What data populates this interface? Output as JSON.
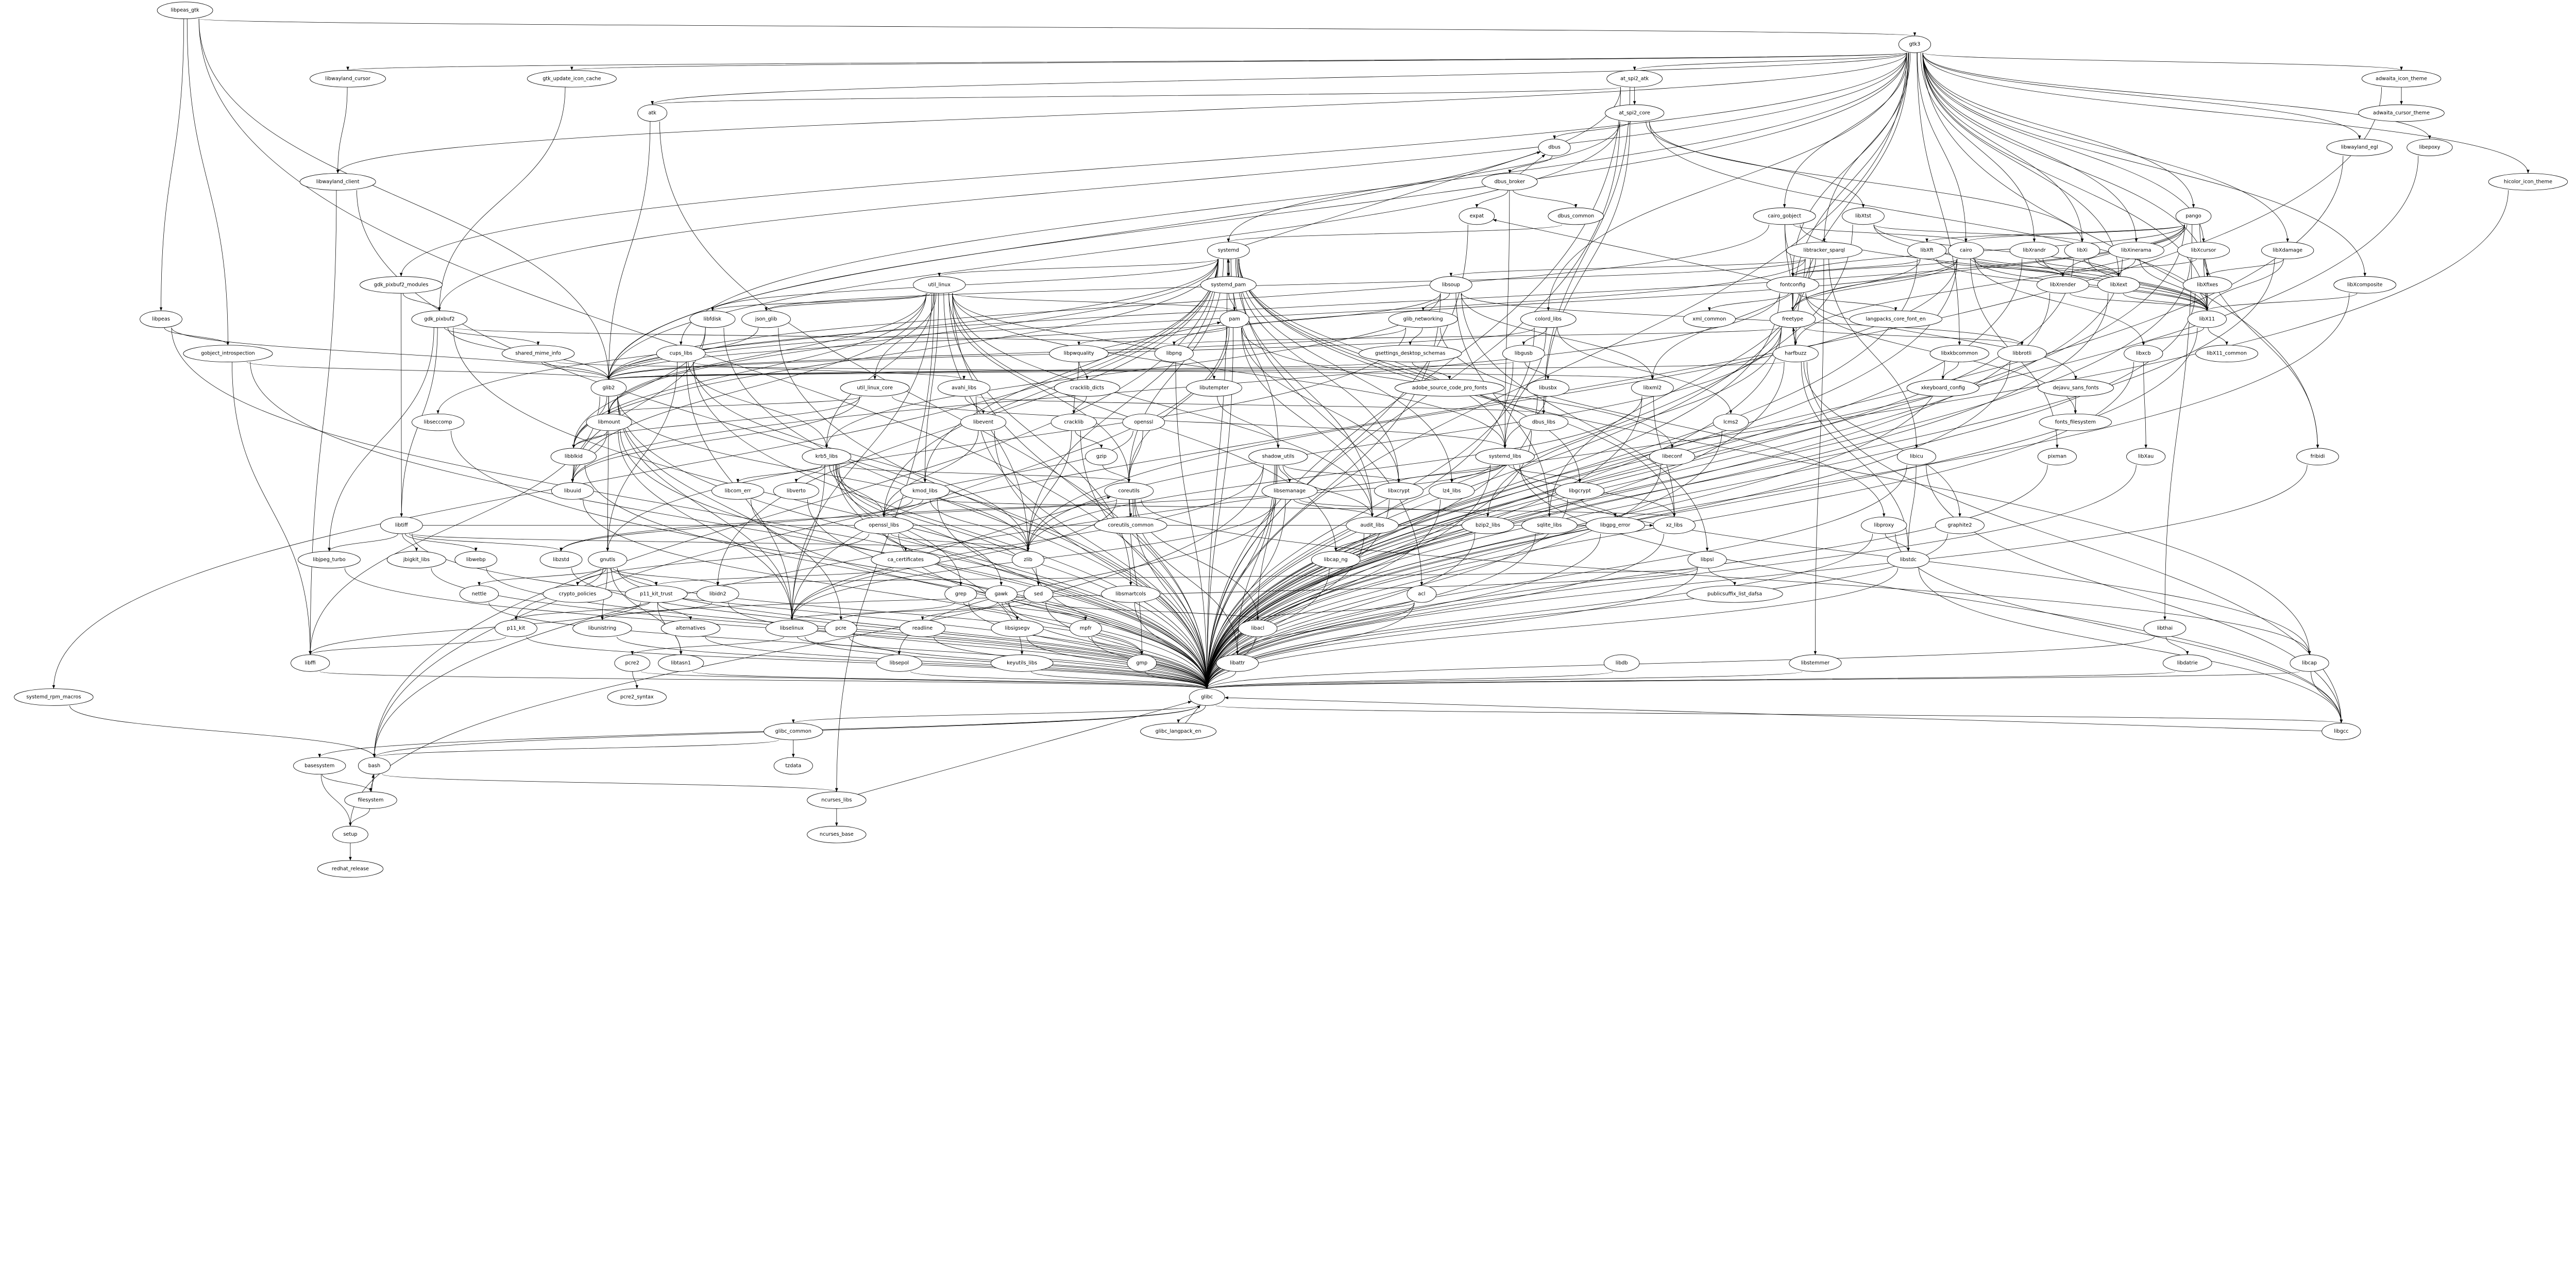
{
  "graph": {
    "type": "dependency-graph",
    "colors": {
      "stroke": "#000000",
      "fill": "#ffffff",
      "background": "#ffffff"
    },
    "nodes": [
      "libpeas_gtk",
      "gtk3",
      "libwayland_cursor",
      "gtk_update_icon_cache",
      "at_spi2_atk",
      "adwaita_icon_theme",
      "atk",
      "at_spi2_core",
      "adwaita_cursor_theme",
      "dbus",
      "libwayland_egl",
      "libepoxy",
      "libwayland_client",
      "dbus_broker",
      "hicolor_icon_theme",
      "expat",
      "dbus_common",
      "cairo_gobject",
      "libXtst",
      "pango",
      "systemd",
      "libtracker_sparql",
      "libXft",
      "cairo",
      "libXrandr",
      "libXi",
      "libXinerama",
      "libXcursor",
      "libXdamage",
      "gdk_pixbuf2_modules",
      "util_linux",
      "systemd_pam",
      "libsoup",
      "fontconfig",
      "libXrender",
      "libXext",
      "libXfixes",
      "libXcomposite",
      "libpeas",
      "gdk_pixbuf2",
      "libfdisk",
      "json_glib",
      "pam",
      "glib_networking",
      "colord_libs",
      "xml_common",
      "freetype",
      "langpacks_core_font_en",
      "libX11",
      "gobject_introspection",
      "shared_mime_info",
      "cups_libs",
      "libpwquality",
      "libpng",
      "gsettings_desktop_schemas",
      "libgusb",
      "harfbuzz",
      "libxkbcommon",
      "libbrotli",
      "libxcb",
      "libX11_common",
      "glib2",
      "util_linux_core",
      "avahi_libs",
      "cracklib_dicts",
      "libutempter",
      "adobe_source_code_pro_fonts",
      "libusbx",
      "libxml2",
      "xkeyboard_config",
      "dejavu_sans_fonts",
      "libseccomp",
      "libmount",
      "libevent",
      "cracklib",
      "openssl",
      "dbus_libs",
      "lcms2",
      "fonts_filesystem",
      "libblkid",
      "krb5_libs",
      "gzip",
      "shadow_utils",
      "systemd_libs",
      "libeconf",
      "libicu",
      "pixman",
      "libXau",
      "fribidi",
      "libuuid",
      "libcom_err",
      "libverto",
      "kmod_libs",
      "coreutils",
      "libsemanage",
      "libxcrypt",
      "lz4_libs",
      "libgcrypt",
      "libtiff",
      "openssl_libs",
      "coreutils_common",
      "audit_libs",
      "bzip2_libs",
      "sqlite_libs",
      "libgpg_error",
      "xz_libs",
      "libproxy",
      "graphite2",
      "libjpeg_turbo",
      "jbigkit_libs",
      "libwebp",
      "libzstd",
      "gnutls",
      "ca_certificates",
      "zlib",
      "libcap_ng",
      "libpsl",
      "libstdc",
      "nettle",
      "crypto_policies",
      "p11_kit_trust",
      "libidn2",
      "grep",
      "gawk",
      "sed",
      "libsmartcols",
      "acl",
      "publicsuffix_list_dafsa",
      "p11_kit",
      "libunistring",
      "alternatives",
      "libselinux",
      "pcre",
      "readline",
      "libsigsegv",
      "mpfr",
      "libacl",
      "libthai",
      "libffi",
      "pcre2",
      "libtasn1",
      "libsepol",
      "keyutils_libs",
      "gmp",
      "libattr",
      "libdb",
      "libstemmer",
      "libdatrie",
      "libcap",
      "systemd_rpm_macros",
      "pcre2_syntax",
      "glibc",
      "glibc_common",
      "glibc_langpack_en",
      "libgcc",
      "basesystem",
      "bash",
      "tzdata",
      "filesystem",
      "ncurses_libs",
      "setup",
      "ncurses_base",
      "redhat_release"
    ],
    "deps": {
      "libpeas_gtk": [
        "gtk3",
        "libpeas",
        "gobject_introspection",
        "glib2",
        "glibc"
      ],
      "gtk3": [
        "libwayland_cursor",
        "libwayland_client",
        "gtk_update_icon_cache",
        "atk",
        "at_spi2_atk",
        "cairo_gobject",
        "libtracker_sparql",
        "cairo",
        "libXrandr",
        "libXi",
        "libXinerama",
        "libXcursor",
        "libXdamage",
        "pango",
        "libXcomposite",
        "adwaita_icon_theme",
        "libwayland_egl",
        "libepoxy",
        "hicolor_icon_theme",
        "gdk_pixbuf2_modules",
        "gdk_pixbuf2",
        "cups_libs",
        "colord_libs",
        "libxkbcommon",
        "fontconfig",
        "freetype",
        "glib2",
        "libX11",
        "libXext",
        "libXfixes",
        "harfbuzz",
        "fribidi",
        "glibc"
      ],
      "at_spi2_atk": [
        "atk",
        "at_spi2_core",
        "glib2",
        "dbus_libs",
        "glibc"
      ],
      "at_spi2_core": [
        "dbus",
        "libXtst",
        "libX11",
        "libXi",
        "glib2",
        "dbus_libs",
        "systemd",
        "glibc"
      ],
      "adwaita_icon_theme": [
        "adwaita_cursor_theme",
        "bash"
      ],
      "atk": [
        "glib2"
      ],
      "dbus": [
        "dbus_broker"
      ],
      "dbus_broker": [
        "expat",
        "dbus_common",
        "dbus",
        "systemd_libs"
      ],
      "dbus_common": [
        "systemd"
      ],
      "cairo_gobject": [
        "cairo",
        "fontconfig",
        "freetype",
        "glib2",
        "libX11"
      ],
      "libXtst": [
        "libXext",
        "libXi",
        "libX11"
      ],
      "libtracker_sparql": [
        "libsoup",
        "libxml2",
        "json_glib",
        "sqlite_libs",
        "libstemmer",
        "libicu",
        "glib2"
      ],
      "libXft": [
        "fontconfig",
        "freetype",
        "libXrender",
        "libX11"
      ],
      "cairo": [
        "fontconfig",
        "freetype",
        "libX11",
        "libXext",
        "libXrender",
        "libxcb",
        "pixman",
        "libpng",
        "zlib"
      ],
      "libXrandr": [
        "libXrender",
        "libXext",
        "libX11"
      ],
      "libXi": [
        "libXext",
        "libX11"
      ],
      "libXinerama": [
        "libXext",
        "libX11"
      ],
      "libXcursor": [
        "libXfixes",
        "libXrender",
        "libX11"
      ],
      "libXdamage": [
        "libXfixes",
        "libX11"
      ],
      "libXrender": [
        "libX11"
      ],
      "libXext": [
        "libX11"
      ],
      "libXfixes": [
        "libX11"
      ],
      "libXcomposite": [
        "libX11"
      ],
      "libX11": [
        "libxcb",
        "libX11_common"
      ],
      "libxcb": [
        "libXau"
      ],
      "pango": [
        "cairo",
        "libXft",
        "fontconfig",
        "freetype",
        "harfbuzz",
        "fribidi",
        "libthai",
        "glib2",
        "libXrender"
      ],
      "fontconfig": [
        "freetype",
        "xml_common",
        "langpacks_core_font_en",
        "fonts_filesystem",
        "dejavu_sans_fonts",
        "expat",
        "libuuid"
      ],
      "freetype": [
        "harfbuzz",
        "libpng",
        "zlib",
        "bzip2_libs",
        "libbrotli"
      ],
      "harfbuzz": [
        "freetype",
        "graphite2",
        "glib2",
        "libgcc",
        "libstdc"
      ],
      "libsoup": [
        "glib_networking",
        "libpsl",
        "libxml2",
        "sqlite_libs",
        "krb5_libs",
        "glib2",
        "libbrotli"
      ],
      "glib_networking": [
        "gsettings_desktop_schemas",
        "gnutls",
        "libproxy",
        "glib2"
      ],
      "gsettings_desktop_schemas": [
        "adobe_source_code_pro_fonts",
        "glib2"
      ],
      "colord_libs": [
        "libgusb",
        "lcms2",
        "systemd_libs",
        "glib2"
      ],
      "libgusb": [
        "libusbx",
        "glib2"
      ],
      "libusbx": [
        "systemd_libs"
      ],
      "libxml2": [
        "xz_libs",
        "zlib"
      ],
      "libpsl": [
        "publicsuffix_list_dafsa",
        "libidn2",
        "libunistring"
      ],
      "libproxy": [
        "libstdc",
        "libgcc"
      ],
      "libicu": [
        "libstdc",
        "libgcc"
      ],
      "libstdc": [
        "libgcc"
      ],
      "libwayland_cursor": [
        "libwayland_client"
      ],
      "libwayland_client": [
        "libffi"
      ],
      "gtk_update_icon_cache": [
        "gdk_pixbuf2"
      ],
      "gdk_pixbuf2_modules": [
        "gdk_pixbuf2",
        "libtiff"
      ],
      "gdk_pixbuf2": [
        "shared_mime_info",
        "glib2",
        "libpng",
        "libjpeg_turbo",
        "libtiff"
      ],
      "libtiff": [
        "libjpeg_turbo",
        "jbigkit_libs",
        "libwebp",
        "libzstd",
        "zlib",
        "xz_libs"
      ],
      "libpeas": [
        "gobject_introspection",
        "glib2"
      ],
      "gobject_introspection": [
        "glib2",
        "libffi"
      ],
      "shared_mime_info": [
        "glib2",
        "libxml2"
      ],
      "glib2": [
        "libmount",
        "libblkid",
        "libselinux",
        "libffi",
        "pcre",
        "zlib",
        "gnutls"
      ],
      "libmount": [
        "libblkid",
        "libuuid",
        "libselinux"
      ],
      "libblkid": [
        "libuuid"
      ],
      "systemd": [
        "systemd_pam",
        "util_linux",
        "pam",
        "libseccomp",
        "libfdisk",
        "dbus",
        "acl",
        "kmod_libs",
        "libxcrypt",
        "lz4_libs",
        "xz_libs",
        "libgcrypt",
        "audit_libs",
        "libcap",
        "openssl_libs",
        "systemd_libs",
        "systemd_rpm_macros",
        "bash",
        "libmount",
        "libblkid",
        "coreutils",
        "shadow_utils",
        "libidn2",
        "zlib"
      ],
      "systemd_pam": [
        "systemd",
        "pam"
      ],
      "util_linux": [
        "util_linux_core",
        "libfdisk",
        "json_glib",
        "libsmartcols",
        "libutempter",
        "pam",
        "libmount",
        "libblkid",
        "libuuid",
        "ncurses_libs",
        "systemd_libs",
        "libcap_ng",
        "audit_libs",
        "coreutils",
        "zlib",
        "libselinux",
        "krb5_libs",
        "kmod_libs"
      ],
      "util_linux_core": [
        "libmount",
        "libblkid",
        "libuuid",
        "systemd_libs"
      ],
      "pam": [
        "libpwquality",
        "audit_libs",
        "libxcrypt",
        "libeconf",
        "libselinux",
        "coreutils"
      ],
      "libpwquality": [
        "pam",
        "cracklib_dicts",
        "cracklib"
      ],
      "cracklib_dicts": [
        "cracklib"
      ],
      "cracklib": [
        "gzip",
        "zlib"
      ],
      "gzip": [
        "coreutils"
      ],
      "openssl": [
        "openssl_libs",
        "coreutils"
      ],
      "openssl_libs": [
        "ca_certificates",
        "zlib",
        "crypto_policies"
      ],
      "ca_certificates": [
        "coreutils",
        "p11_kit_trust"
      ],
      "cups_libs": [
        "avahi_libs",
        "krb5_libs",
        "gnutls",
        "libselinux",
        "zlib"
      ],
      "avahi_libs": [
        "libevent",
        "dbus_libs"
      ],
      "libevent": [
        "openssl_libs"
      ],
      "json_glib": [
        "glib2"
      ],
      "libfdisk": [
        "libuuid",
        "libblkid"
      ],
      "krb5_libs": [
        "libcom_err",
        "libverto",
        "openssl_libs",
        "keyutils_libs",
        "libselinux",
        "coreutils",
        "gawk",
        "grep",
        "sed"
      ],
      "kmod_libs": [
        "openssl_libs",
        "zlib",
        "libzstd",
        "xz_libs"
      ],
      "coreutils": [
        "coreutils_common",
        "libacl",
        "libattr",
        "libcap",
        "openssl_libs",
        "gmp",
        "libselinux"
      ],
      "shadow_utils": [
        "libsemanage",
        "audit_libs",
        "libacl",
        "libattr",
        "libxcrypt",
        "setup",
        "libselinux"
      ],
      "libsemanage": [
        "audit_libs",
        "bzip2_libs",
        "libsepol",
        "libselinux"
      ],
      "libutempter": [
        "shadow_utils"
      ],
      "systemd_libs": [
        "libxcrypt",
        "lz4_libs",
        "libgcrypt",
        "xz_libs",
        "libcap",
        "libzstd",
        "libgcc"
      ],
      "libgcrypt": [
        "libgpg_error"
      ],
      "audit_libs": [
        "libcap_ng"
      ],
      "gnutls": [
        "nettle",
        "crypto_policies",
        "p11_kit_trust",
        "libidn2",
        "p11_kit",
        "libunistring",
        "libtasn1",
        "gmp"
      ],
      "p11_kit_trust": [
        "p11_kit",
        "libtasn1",
        "alternatives",
        "libffi"
      ],
      "p11_kit": [
        "libffi"
      ],
      "libidn2": [
        "libunistring"
      ],
      "grep": [
        "pcre",
        "libsigsegv"
      ],
      "gawk": [
        "readline",
        "libsigsegv",
        "mpfr",
        "gmp"
      ],
      "sed": [
        "libacl",
        "libselinux"
      ],
      "libselinux": [
        "libsepol",
        "pcre2"
      ],
      "pcre2": [
        "pcre2_syntax"
      ],
      "mpfr": [
        "gmp"
      ],
      "libacl": [
        "libattr"
      ],
      "acl": [
        "libacl",
        "libattr"
      ],
      "libthai": [
        "libdatrie"
      ],
      "libcap": [
        "libgcc"
      ],
      "libxkbcommon": [
        "xkeyboard_config"
      ],
      "dejavu_sans_fonts": [
        "fonts_filesystem"
      ],
      "libdb": [],
      "glibc": [
        "glibc_common",
        "glibc_langpack_en",
        "basesystem",
        "bash",
        "libgcc"
      ],
      "glibc_langpack_en": [
        "glibc"
      ],
      "glibc_common": [
        "tzdata",
        "bash"
      ],
      "bash": [
        "filesystem",
        "ncurses_libs"
      ],
      "filesystem": [
        "bash",
        "setup"
      ],
      "basesystem": [
        "setup",
        "filesystem"
      ],
      "setup": [
        "redhat_release"
      ],
      "ncurses_libs": [
        "ncurses_base",
        "glibc"
      ],
      "systemd_rpm_macros": [
        "bash"
      ],
      "hicolor_icon_theme": [
        "bash"
      ]
    },
    "glibc_dependents": [
      "libwayland_egl",
      "libepoxy",
      "expat",
      "libXau",
      "fribidi",
      "pixman",
      "lcms2",
      "libeconf",
      "libseccomp",
      "libuuid",
      "libcom_err",
      "libverto",
      "libxcrypt",
      "lz4_libs",
      "libgpg_error",
      "xz_libs",
      "bzip2_libs",
      "sqlite_libs",
      "graphite2",
      "libjpeg_turbo",
      "jbigkit_libs",
      "libwebp",
      "libzstd",
      "zlib",
      "libcap_ng",
      "libpsl",
      "libstdc",
      "nettle",
      "libsmartcols",
      "acl",
      "p11_kit",
      "libunistring",
      "alternatives",
      "libselinux",
      "pcre",
      "readline",
      "libsigsegv",
      "mpfr",
      "libacl",
      "libthai",
      "libffi",
      "pcre2",
      "libtasn1",
      "libsepol",
      "keyutils_libs",
      "gmp",
      "libattr",
      "libdb",
      "libstemmer",
      "libdatrie",
      "libcap",
      "libbrotli",
      "libxml2",
      "libX11",
      "libxcb",
      "libxkbcommon",
      "libicu",
      "libproxy",
      "libpng",
      "libtiff",
      "libblkid",
      "libmount",
      "glib2",
      "coreutils",
      "audit_libs",
      "libgcrypt",
      "systemd_libs",
      "kmod_libs",
      "krb5_libs",
      "openssl_libs",
      "gnutls",
      "libidn2",
      "grep",
      "gawk",
      "sed",
      "cracklib",
      "pam",
      "util_linux",
      "freetype",
      "fontconfig",
      "cairo",
      "pango",
      "harfbuzz",
      "libsoup",
      "dbus_libs",
      "libusbx",
      "libgusb",
      "libXext",
      "libXrender",
      "libXi",
      "libXfixes",
      "libXcomposite",
      "libXdamage",
      "libXcursor",
      "libXinerama",
      "libXrandr",
      "libXtst",
      "libXft",
      "at_spi2_core",
      "libwayland_client",
      "gdk_pixbuf2",
      "shadow_utils",
      "libsemanage",
      "libfdisk",
      "json_glib",
      "avahi_libs",
      "libevent",
      "cups_libs",
      "systemd",
      "libtracker_sparql",
      "colord_libs",
      "gobject_introspection",
      "libpeas",
      "atk",
      "libgcc"
    ]
  }
}
